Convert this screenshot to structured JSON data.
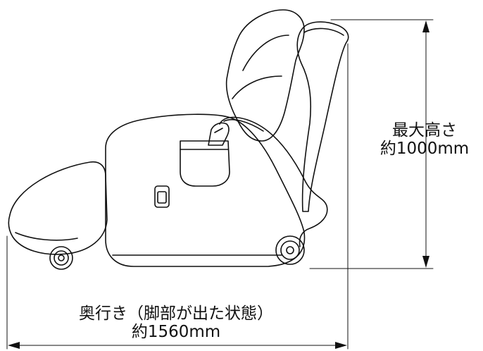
{
  "figure": {
    "subject": "massage-chair-side-view",
    "line_color": "#111111",
    "background": "#ffffff"
  },
  "dimensions": {
    "height": {
      "title": "最大高さ",
      "value": "約1000mm"
    },
    "depth": {
      "title": "奥行き（脚部が出た状態）",
      "value": "約1560mm"
    }
  }
}
